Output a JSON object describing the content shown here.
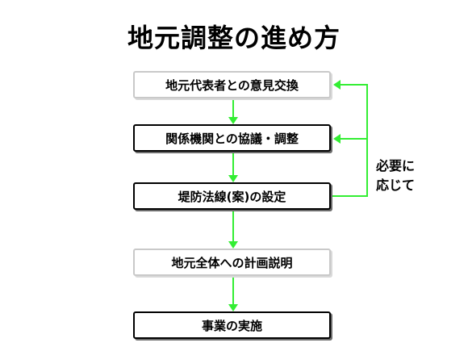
{
  "title": "地元調整の進め方",
  "steps": [
    {
      "label": "地元代表者との意見交換",
      "style": "light"
    },
    {
      "label": "関係機関との協議・調整",
      "style": "dark"
    },
    {
      "label": "堤防法線(案)の設定",
      "style": "dark"
    },
    {
      "label": "地元全体への計画説明",
      "style": "light"
    },
    {
      "label": "事業の実施",
      "style": "dark"
    }
  ],
  "loop_note": {
    "line1": "必要に",
    "line2": "応じて"
  },
  "colors": {
    "arrow": "#33ee33",
    "dark_border": "#000000",
    "light_border": "#c9c9c9"
  }
}
